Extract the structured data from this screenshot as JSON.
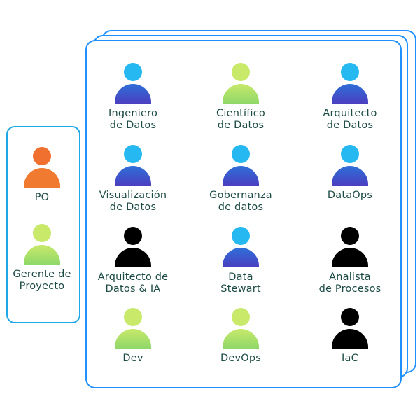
{
  "colors": {
    "border": "#1e90ff",
    "label_text": "#1c4a45",
    "blue_head": "#26b8f0",
    "blue_body_top": "#2f6fd8",
    "blue_body_bottom": "#4a3fc0",
    "green_head": "#c8e96a",
    "green_body": "#8fd86a",
    "orange_head": "#f07030",
    "orange_body": "#f07a30",
    "black": "#000000"
  },
  "side_panel": {
    "people": [
      {
        "line1": "PO",
        "line2": "",
        "icon": "orange-person-icon"
      },
      {
        "line1": "Gerente de",
        "line2": "Proyecto",
        "icon": "green-person-icon"
      }
    ]
  },
  "main_panel": {
    "people": [
      {
        "line1": "Ingeniero",
        "line2": "de Datos",
        "icon": "blue-person-icon"
      },
      {
        "line1": "Científico",
        "line2": "de Datos",
        "icon": "green-person-icon"
      },
      {
        "line1": "Arquitecto",
        "line2": "de Datos",
        "icon": "blue-person-icon"
      },
      {
        "line1": "Visualización",
        "line2": "de Datos",
        "icon": "blue-person-icon"
      },
      {
        "line1": "Gobernanza",
        "line2": "de datos",
        "icon": "blue-person-icon"
      },
      {
        "line1": "DataOps",
        "line2": "",
        "icon": "blue-person-icon"
      },
      {
        "line1": "Arquitecto de",
        "line2": "Datos & IA",
        "icon": "black-person-icon"
      },
      {
        "line1": "Data",
        "line2": "Stewart",
        "icon": "blue-person-icon"
      },
      {
        "line1": "Analista",
        "line2": "de Procesos",
        "icon": "black-person-icon"
      },
      {
        "line1": "Dev",
        "line2": "",
        "icon": "green-person-icon"
      },
      {
        "line1": "DevOps",
        "line2": "",
        "icon": "green-person-icon"
      },
      {
        "line1": "IaC",
        "line2": "",
        "icon": "black-person-icon"
      }
    ]
  }
}
